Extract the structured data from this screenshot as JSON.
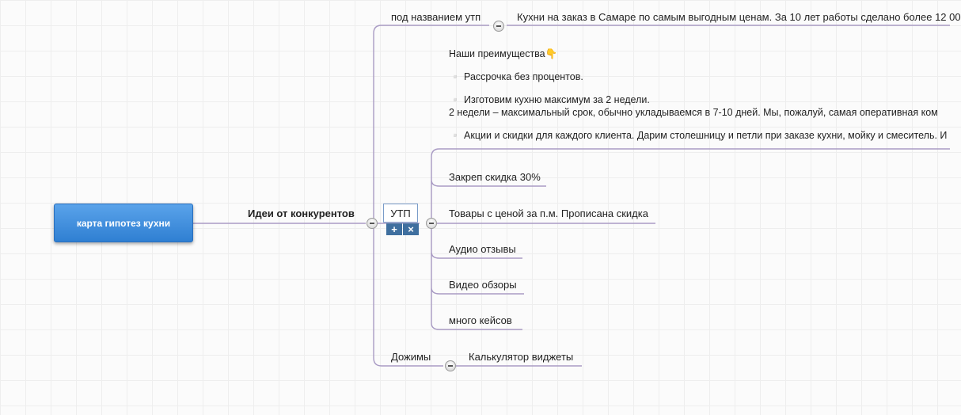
{
  "root": {
    "label": "карта гипотез кухни"
  },
  "branch_main": {
    "label": "Идеи от конкурентов"
  },
  "branch_utp_title": {
    "label": "под названием утп"
  },
  "utp_headline": {
    "text": "Кухни на заказ в Самаре по самым выгодным ценам. За 10 лет работы сделано более 12 00"
  },
  "utp_node": {
    "label": "УТП"
  },
  "toolbar": {
    "add_label": "+",
    "delete_label": "×"
  },
  "advantages_note": {
    "lines": [
      "Наши преимущества👇",
      "",
      "▫️ Рассрочка без процентов.",
      "",
      "▫️ Изготовим кухню максимум за 2 недели.",
      "2 недели – максимальный срок, обычно укладываемся в 7-10 дней. Мы, пожалуй, самая оперативная ком",
      "",
      "▫️ Акции и скидки для каждого клиента. Дарим столешницу и петли при заказе кухни, мойку и смеситель. И"
    ]
  },
  "utp_children": [
    "Закреп скидка 30%",
    "Товары с ценой за п.м. Прописана скидка",
    "Аудио отзывы",
    "Видео обзоры",
    "много кейсов"
  ],
  "branch_dozhimy": {
    "label": "Дожимы"
  },
  "dozhimy_child": {
    "label": "Калькулятор виджеты"
  },
  "colors": {
    "root_bg": "#3a8ddd",
    "line": "#a99bc4",
    "toolbar": "#3f6f9f"
  }
}
